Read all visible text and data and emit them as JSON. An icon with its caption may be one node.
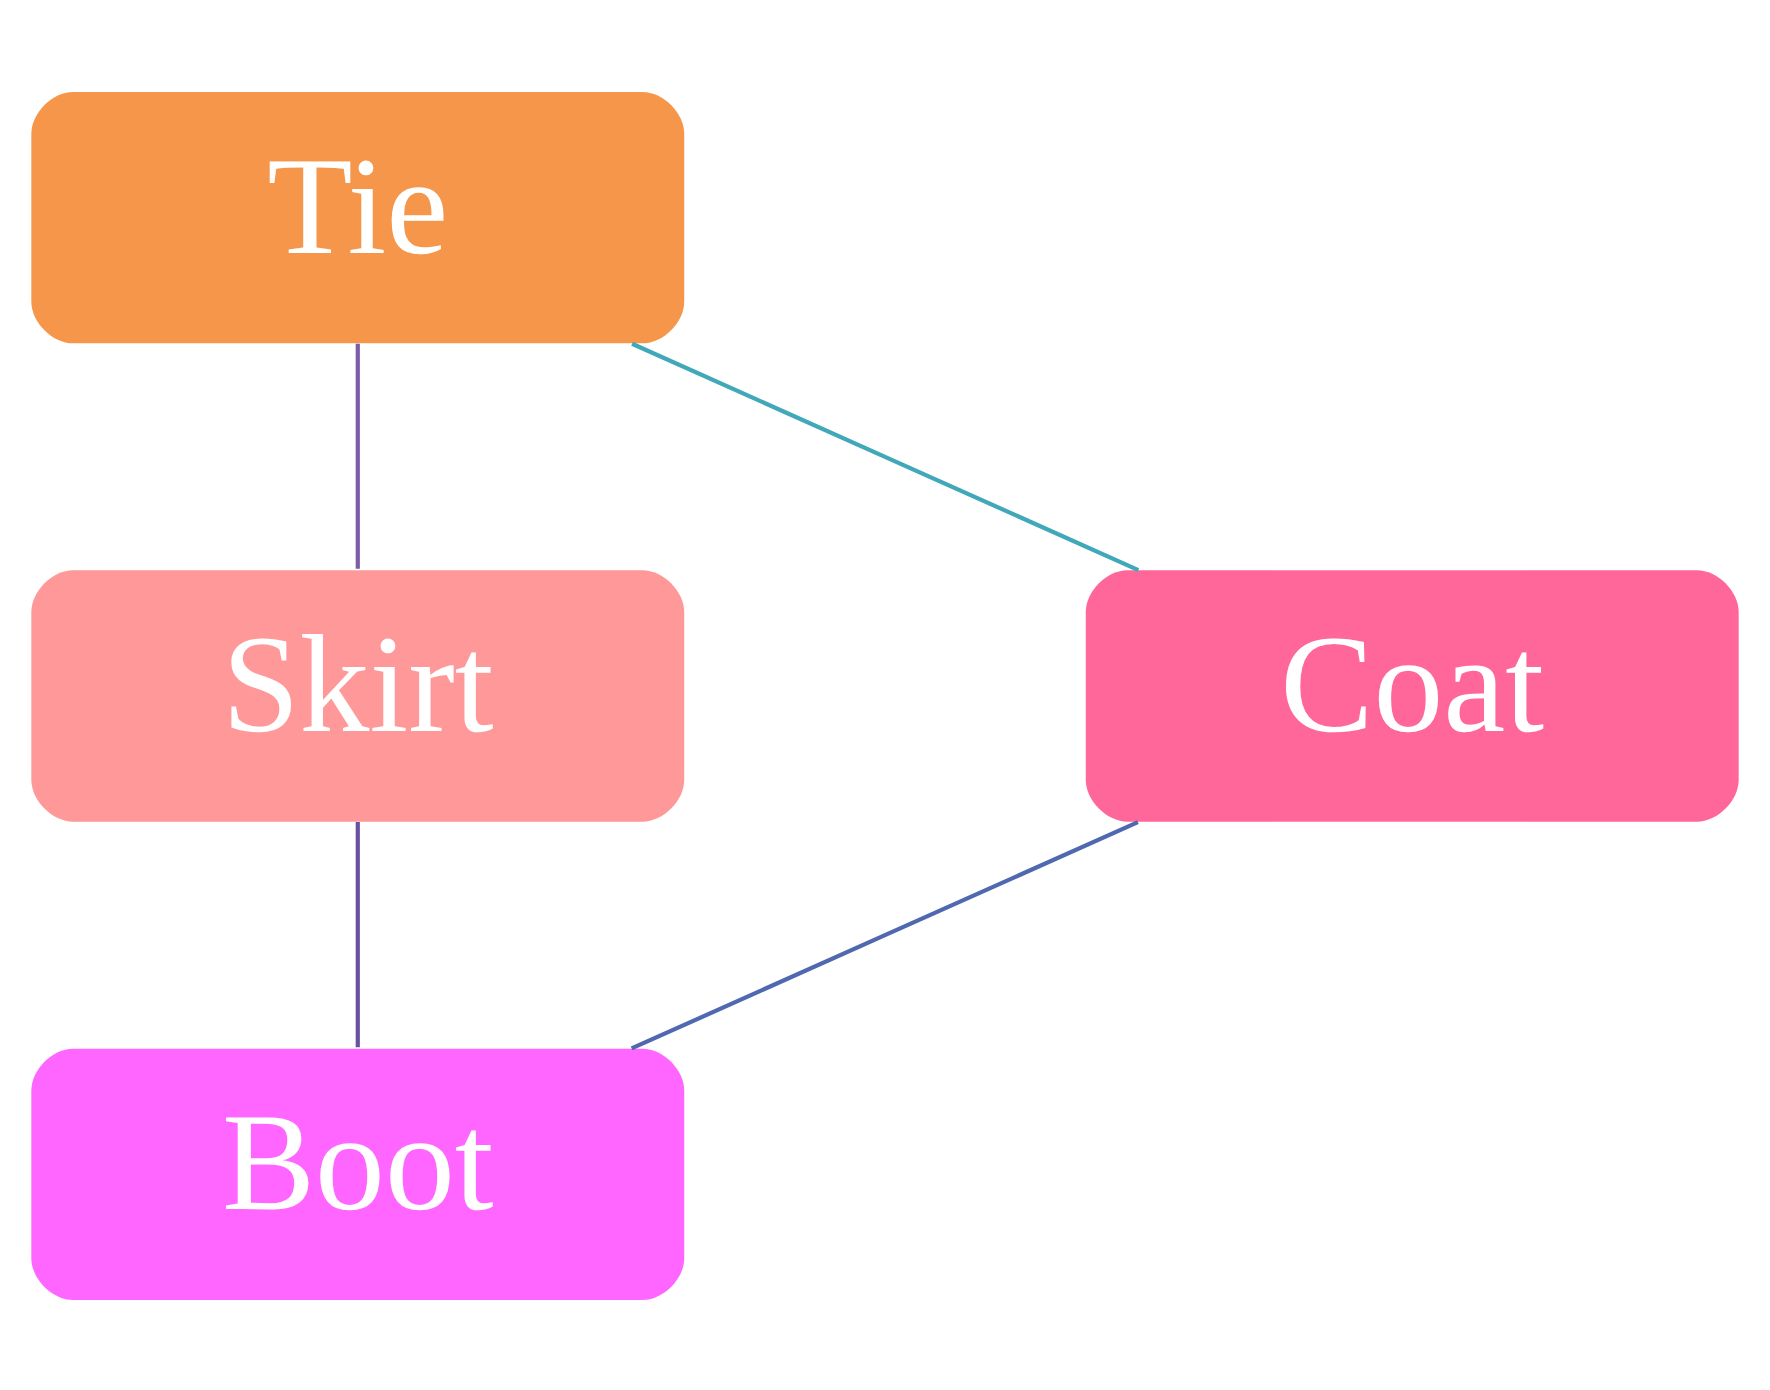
{
  "diagram": {
    "nodes": [
      {
        "text": [
          "Tie"
        ]
      },
      {
        "text": [
          "Coat"
        ]
      },
      {
        "text": [
          "Skirt"
        ]
      },
      {
        "text": [
          "Boot"
        ]
      }
    ],
    "edges": [
      {
        "from": 0,
        "to": 2,
        "arrow": "none",
        "color": "#7a5ca8"
      },
      {
        "from": 2,
        "to": 3,
        "arrow": "none",
        "color": "#6a50a0"
      },
      {
        "from": 3,
        "to": 1,
        "arrow": "none",
        "color": "#5068b0"
      },
      {
        "from": 1,
        "to": 0,
        "arrow": "none",
        "color": "#40a8b8"
      }
    ]
  }
}
